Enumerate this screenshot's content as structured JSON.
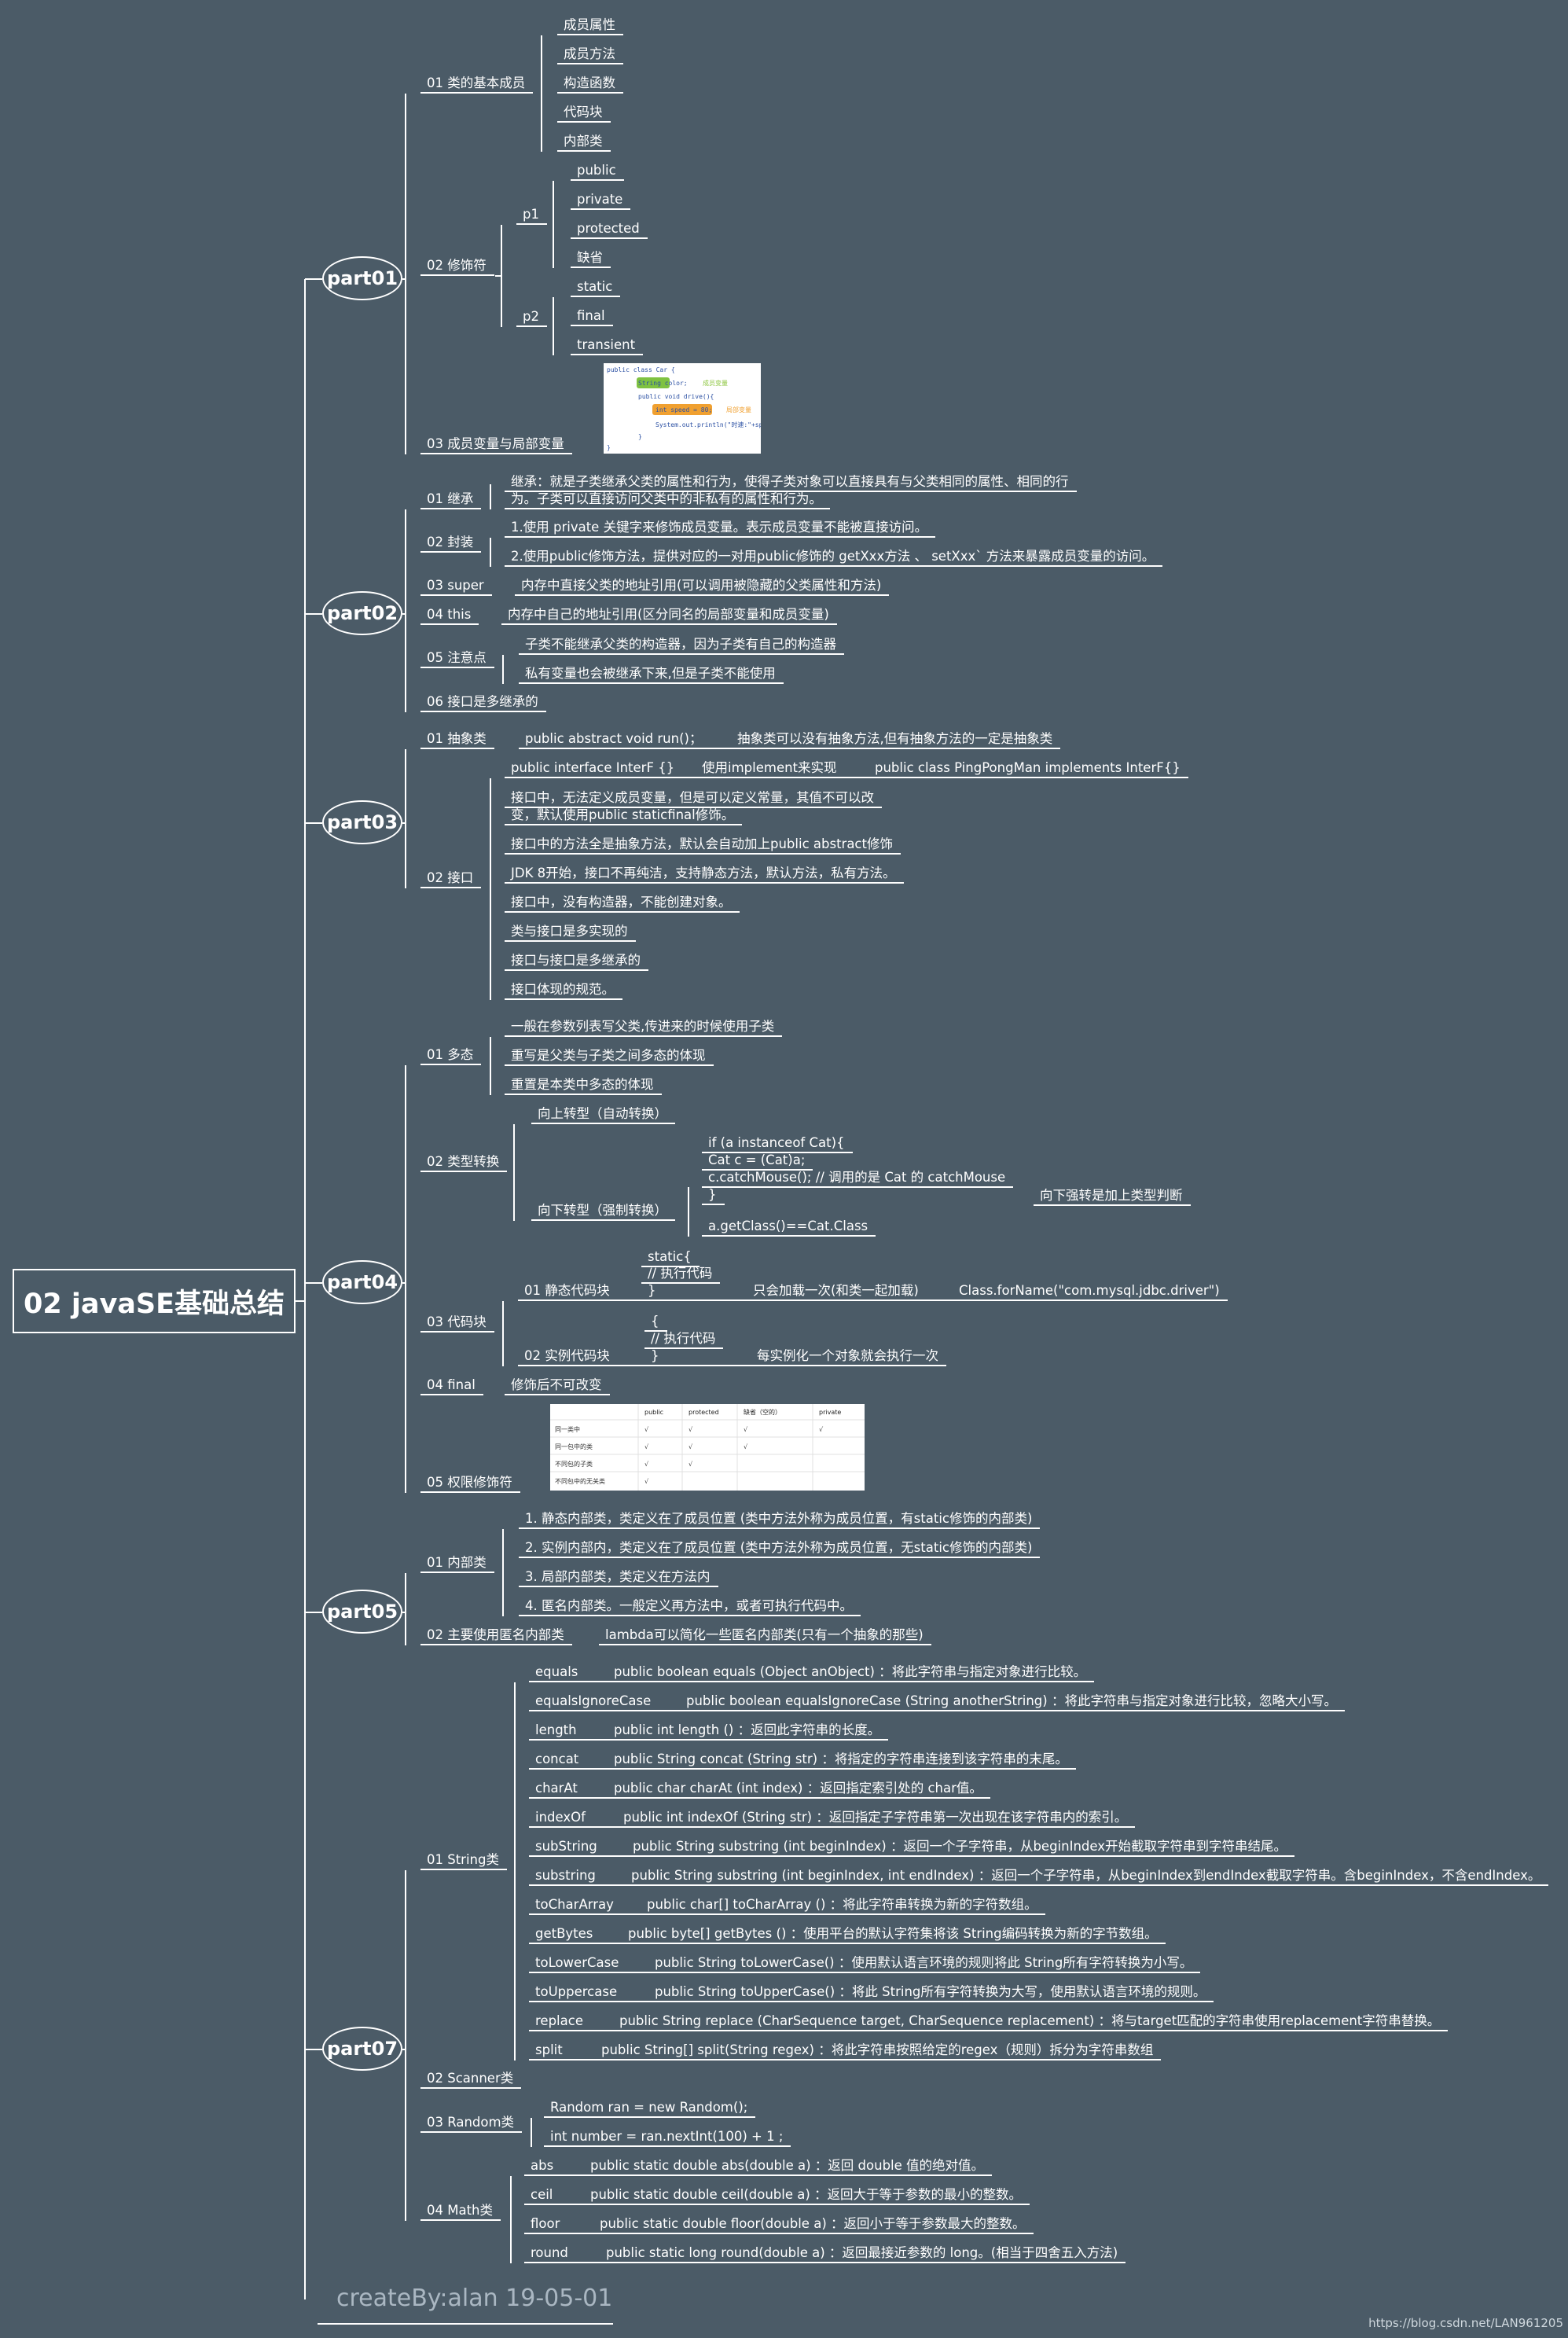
{
  "root": "02 javaSE基础总结",
  "footer": "createBy:alan 19-05-01",
  "watermark": "https://blog.csdn.net/LAN961205",
  "parts": [
    "part01",
    "part02",
    "part03",
    "part04",
    "part05",
    "part07"
  ],
  "p1": {
    "b01": "01 类的基本成员",
    "b01_items": [
      "成员属性",
      "成员方法",
      "构造函数",
      "代码块",
      "内部类"
    ],
    "b02": "02 修饰符",
    "b02_p1": "p1",
    "b02_p1_items": [
      "public",
      "private",
      "protected",
      "缺省"
    ],
    "b02_p2": "p2",
    "b02_p2_items": [
      "static",
      "final",
      "transient"
    ],
    "b03": "03 成员变量与局部变量",
    "code_lines": [
      "public class Car {",
      "String color;",
      "成员变量",
      "public void drive(){",
      "int speed = 80;",
      "局部变量",
      "System.out.println(\"时速:\"+speed);",
      "}",
      "}"
    ]
  },
  "p2": {
    "b01": "01 继承",
    "b01_l1": "继承：就是子类继承父类的属性和行为，使得子类对象可以直接具有与父类相同的属性、相同的行",
    "b01_l2": "为。子类可以直接访问父类中的非私有的属性和行为。",
    "b02": "02 封装",
    "b02_i1": "1.使用 private 关键字来修饰成员变量。表示成员变量不能被直接访问。",
    "b02_i2": "2.使用public修饰方法，提供对应的一对用public修饰的 getXxx方法 、 setXxx` 方法来暴露成员变量的访问。",
    "b03": "03 super",
    "b03_d": "内存中直接父类的地址引用(可以调用被隐藏的父类属性和方法)",
    "b04": "04 this",
    "b04_d": "内存中自己的地址引用(区分同名的局部变量和成员变量)",
    "b05": "05 注意点",
    "b05_i1": "子类不能继承父类的构造器，因为子类有自己的构造器",
    "b05_i2": "私有变量也会被继承下来,但是子类不能使用",
    "b06": "06 接口是多继承的"
  },
  "p3": {
    "b01": "01 抽象类",
    "b01_d1": "public abstract void run()；",
    "b01_d2": "抽象类可以没有抽象方法,但有抽象方法的一定是抽象类",
    "b02": "02 接口",
    "i1a": "public interface InterF {}",
    "i1b": "使用implement来实现",
    "i1c": "public class PingPongMan implements InterF{}",
    "i2a": "接口中，无法定义成员变量，但是可以定义常量，其值不可以改",
    "i2b": "变，默认使用public staticfinal修饰。",
    "i3": "接口中的方法全是抽象方法，默认会自动加上public abstract修饰",
    "i4": "JDK 8开始，接口不再纯洁，支持静态方法，默认方法，私有方法。",
    "i5": "接口中，没有构造器，不能创建对象。",
    "i6": "类与接口是多实现的",
    "i7": "接口与接口是多继承的",
    "i8": "接口体现的规范。"
  },
  "p4": {
    "b01": "01 多态",
    "b01_items": [
      "一般在参数列表写父类,传进来的时候使用子类",
      "重写是父类与子类之间多态的体现",
      "重置是本类中多态的体现"
    ],
    "b02": "02 类型转换",
    "up": "向上转型（自动转换）",
    "down": "向下转型（强制转换）",
    "down_c1": "if (a instanceof Cat){",
    "down_c2": "Cat c = (Cat)a;",
    "down_c3": "c.catchMouse(); // 调用的是 Cat 的 catchMouse",
    "down_c4": "}",
    "down_note": "向下强转是加上类型判断",
    "down_c5": "a.getClass()==Cat.Class",
    "b03": "03 代码块",
    "s_label": "01 静态代码块",
    "s_c1": "static{",
    "s_c2": "// 执行代码",
    "s_c3": "}",
    "s_d1": "只会加载一次(和类一起加载)",
    "s_d2": "Class.forName(\"com.mysql.jdbc.driver\")",
    "i_label": "02 实例代码块",
    "i_c1": "{",
    "i_c2": "// 执行代码",
    "i_c3": "}",
    "i_d1": "每实例化一个对象就会执行一次",
    "b04": "04 final",
    "b04_d": "修饰后不可改变",
    "b05": "05 权限修饰符",
    "perm_headers": [
      "public",
      "protected",
      "缺省（空的）",
      "private"
    ],
    "perm_rows": [
      [
        "同一类中",
        "√",
        "√",
        "√",
        "√"
      ],
      [
        "同一包中的类",
        "√",
        "√",
        "√",
        ""
      ],
      [
        "不同包的子类",
        "√",
        "√",
        "",
        ""
      ],
      [
        "不同包中的无关类",
        "√",
        "",
        "",
        ""
      ]
    ]
  },
  "p5": {
    "b01": "01 内部类",
    "b01_items": [
      "1. 静态内部类，类定义在了成员位置 (类中方法外称为成员位置，有static修饰的内部类)",
      "2. 实例内部内，类定义在了成员位置 (类中方法外称为成员位置，无static修饰的内部类)",
      "3. 局部内部类，类定义在方法内",
      "4. 匿名内部类。一般定义再方法中，或者可执行代码中。"
    ],
    "b02": "02 主要使用匿名内部类",
    "b02_d": "lambda可以简化一些匿名内部类(只有一个抽象的那些)"
  },
  "p7": {
    "b01": "01 String类",
    "string_methods": [
      [
        "equals",
        "public boolean equals (Object anObject) ：将此字符串与指定对象进行比较。"
      ],
      [
        "equalsIgnoreCase",
        "public boolean equalsIgnoreCase (String anotherString) ：将此字符串与指定对象进行比较，忽略大小写。"
      ],
      [
        "length",
        "public int length () ：返回此字符串的长度。"
      ],
      [
        "concat",
        "public String concat (String str) ：将指定的字符串连接到该字符串的末尾。"
      ],
      [
        "charAt",
        "public char charAt (int index) ：返回指定索引处的 char值。"
      ],
      [
        "indexOf",
        "public int indexOf (String str) ：返回指定子字符串第一次出现在该字符串内的索引。"
      ],
      [
        "subString",
        "public String substring (int beginIndex) ：返回一个子字符串，从beginIndex开始截取字符串到字符串结尾。"
      ],
      [
        "substring",
        "public String substring (int beginIndex, int endIndex) ：返回一个子字符串，从beginIndex到endIndex截取字符串。含beginIndex，不含endIndex。"
      ],
      [
        "toCharArray",
        "public char[] toCharArray () ：将此字符串转换为新的字符数组。"
      ],
      [
        "getBytes",
        "public byte[] getBytes () ：使用平台的默认字符集将该 String编码转换为新的字节数组。"
      ],
      [
        "toLowerCase",
        "public String toLowerCase() ：使用默认语言环境的规则将此 String所有字符转换为小写。"
      ],
      [
        "toUppercase",
        "public String toUpperCase() ：将此 String所有字符转换为大写，使用默认语言环境的规则。"
      ],
      [
        "replace",
        "public String replace (CharSequence target, CharSequence replacement) ：将与target匹配的字符串使用replacement字符串替换。"
      ],
      [
        "split",
        "public String[] split(String regex) ：将此字符串按照给定的regex（规则）拆分为字符串数组"
      ]
    ],
    "b02": "02 Scanner类",
    "b03": "03 Random类",
    "b03_items": [
      "Random ran = new Random();",
      "int number = ran.nextInt(100) + 1 ;"
    ],
    "b04": "04 Math类",
    "math_methods": [
      [
        "abs",
        "public static double abs(double a) ：返回 double 值的绝对值。"
      ],
      [
        "ceil",
        "public static double ceil(double a) ：返回大于等于参数的最小的整数。"
      ],
      [
        "floor",
        "public static double floor(double a) ：返回小于等于参数最大的整数。"
      ],
      [
        "round",
        "public static long round(double a) ：返回最接近参数的 long。(相当于四舍五入方法)"
      ]
    ]
  }
}
